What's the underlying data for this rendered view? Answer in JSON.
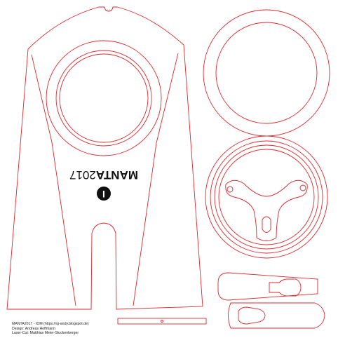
{
  "logo": {
    "text_bold": "MANTA",
    "text_light": "2017",
    "badge": "I"
  },
  "credits": {
    "line1": "MANTA2017 - IOM (https://rg-andy.blogspot.de)",
    "line2": "Design: Andreas Hoffmann",
    "line3": "Laser-Cut: Matthias Meier-Stuckenberger"
  },
  "colors": {
    "cut_line": "#e0262d",
    "engrave": "#111111",
    "text": "#222222"
  }
}
